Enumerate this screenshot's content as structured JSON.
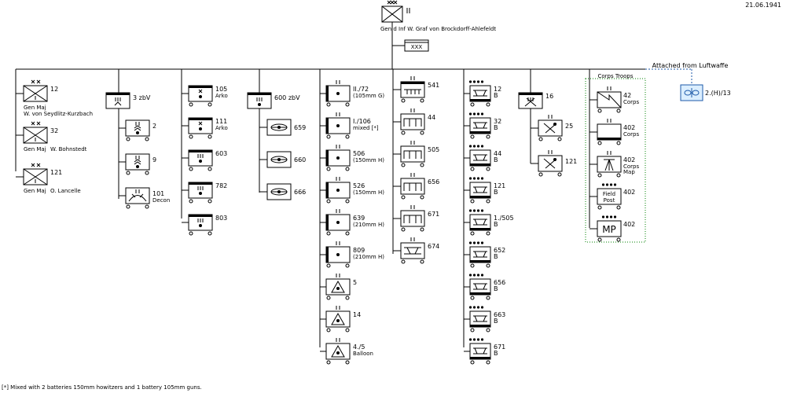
{
  "date": "21.06.1941",
  "corps": {
    "commander": "Gen d Inf  W. Graf von Brockdorff-Ahlefeldt",
    "size": "III",
    "hq_symbol": "XXX"
  },
  "attached_title": "Attached from Luftwaffe",
  "attached_unit": "2.(H)/13",
  "corps_troops_title": "Corps Troops",
  "footnote": "[*] Mixed with 2 batteries 150mm howitzers and 1 battery 105mm guns.",
  "divisions": [
    {
      "num": "12",
      "rank": "Gen Maj",
      "name": "W. von Seydlitz-Kurzbach"
    },
    {
      "num": "32",
      "rank": "Gen Maj",
      "name": "W. Bohnstedt"
    },
    {
      "num": "121",
      "rank": "Gen Maj",
      "name": "O. Lancelle"
    }
  ],
  "col2": {
    "hq": "3 zbV",
    "units": [
      {
        "l1": "2",
        "l2": "",
        "icon": "chev"
      },
      {
        "l1": "9",
        "l2": "",
        "icon": "chev"
      },
      {
        "l1": "101",
        "l2": "Decon",
        "icon": "decon"
      }
    ]
  },
  "col3": [
    {
      "l1": "105",
      "l2": "Arko",
      "size": "x"
    },
    {
      "l1": "111",
      "l2": "Arko",
      "size": "x"
    },
    {
      "l1": "603",
      "l2": "",
      "size": "III"
    },
    {
      "l1": "782",
      "l2": "",
      "size": "III"
    },
    {
      "l1": "803",
      "l2": "",
      "size": "III"
    }
  ],
  "col4": {
    "hq": "600 zbV",
    "units": [
      "659",
      "660",
      "666"
    ]
  },
  "col5": [
    {
      "l1": "II./72",
      "l2": "(105mm G)",
      "icon": "dot"
    },
    {
      "l1": "I./106",
      "l2": "mixed [*]",
      "icon": "dot"
    },
    {
      "l1": "506",
      "l2": "(150mm H)",
      "icon": "dot"
    },
    {
      "l1": "526",
      "l2": "(150mm H)",
      "icon": "dot"
    },
    {
      "l1": "639",
      "l2": "(210mm H)",
      "icon": "dot"
    },
    {
      "l1": "809",
      "l2": "(210mm H)",
      "icon": "dot"
    },
    {
      "l1": "5",
      "l2": "",
      "icon": "obs"
    },
    {
      "l1": "14",
      "l2": "",
      "icon": "obs"
    },
    {
      "l1": "4./5",
      "l2": "Balloon",
      "icon": "obs"
    }
  ],
  "col6": [
    {
      "l1": "541",
      "icon": "rail"
    },
    {
      "l1": "44",
      "icon": "bridge"
    },
    {
      "l1": "505",
      "icon": "bridge"
    },
    {
      "l1": "656",
      "icon": "bridge"
    },
    {
      "l1": "671",
      "icon": "bridge"
    },
    {
      "l1": "674",
      "icon": "bridge2"
    }
  ],
  "col7": [
    {
      "l1": "12",
      "l2": "B"
    },
    {
      "l1": "32",
      "l2": "B"
    },
    {
      "l1": "44",
      "l2": "B"
    },
    {
      "l1": "121",
      "l2": "B"
    },
    {
      "l1": "1./505",
      "l2": "B"
    },
    {
      "l1": "652",
      "l2": "B"
    },
    {
      "l1": "656",
      "l2": "B"
    },
    {
      "l1": "663",
      "l2": "B"
    },
    {
      "l1": "671",
      "l2": "B"
    }
  ],
  "col8": {
    "hq": "16",
    "units": [
      "25",
      "121"
    ]
  },
  "col9": [
    {
      "l1": "42",
      "l2": "Corps",
      "l3": "",
      "icon": "signal"
    },
    {
      "l1": "402",
      "l2": "Corps",
      "l3": "",
      "icon": "plain"
    },
    {
      "l1": "402",
      "l2": "Corps",
      "l3": "Map",
      "icon": "map"
    },
    {
      "l1": "402",
      "l2": "",
      "l3": "",
      "icon": "field",
      "inner1": "Field",
      "inner2": "Post"
    },
    {
      "l1": "402",
      "l2": "",
      "l3": "",
      "icon": "mp",
      "inner1": "MP"
    }
  ],
  "colors": {
    "line": "#000000",
    "corps_troops": "#008000",
    "luftwaffe_box": "#dbeeff",
    "luftwaffe_title": "#00008b",
    "luftwaffe_line": "#1e5aa8"
  }
}
